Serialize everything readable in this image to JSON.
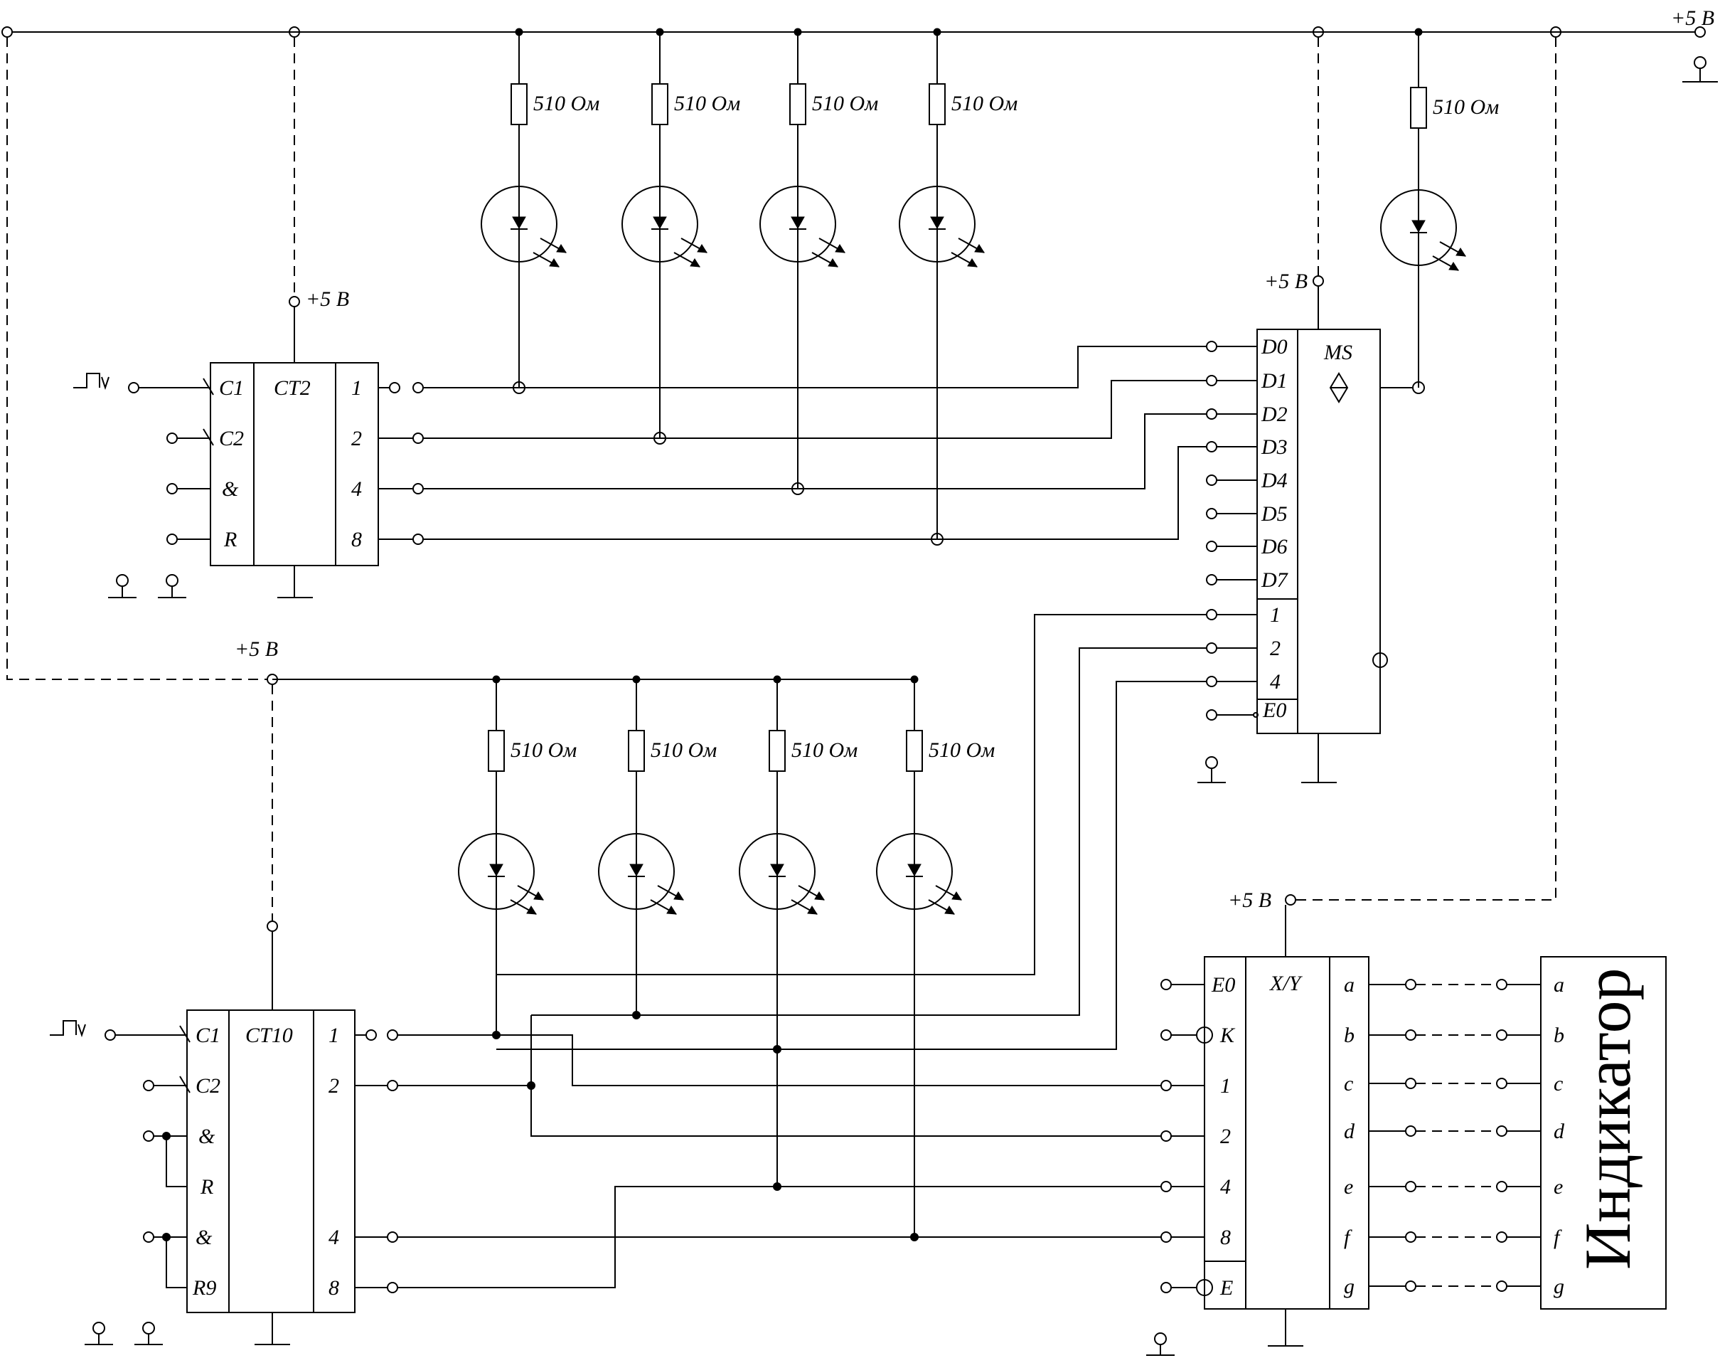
{
  "supply_label": "+5 В",
  "resistor_label": "510 Ом",
  "indicator_label": "Индикатор",
  "ct2": {
    "name": "CT2",
    "inputs": [
      "C1",
      "C2",
      "&",
      "R"
    ],
    "outputs": [
      "1",
      "2",
      "4",
      "8"
    ]
  },
  "ct10": {
    "name": "CT10",
    "inputs": [
      "C1",
      "C2",
      "&",
      "R",
      "&",
      "R9"
    ],
    "outputs": [
      "1",
      "2",
      "4",
      "8"
    ]
  },
  "mux": {
    "name": "MS",
    "data_inputs": [
      "D0",
      "D1",
      "D2",
      "D3",
      "D4",
      "D5",
      "D6",
      "D7"
    ],
    "addr_inputs": [
      "1",
      "2",
      "4"
    ],
    "enable": "E0"
  },
  "decoder": {
    "name": "X/Y",
    "left": [
      "E0",
      "K",
      "1",
      "2",
      "4",
      "8",
      "E"
    ],
    "segments": [
      "a",
      "b",
      "c",
      "d",
      "e",
      "f",
      "g"
    ]
  }
}
